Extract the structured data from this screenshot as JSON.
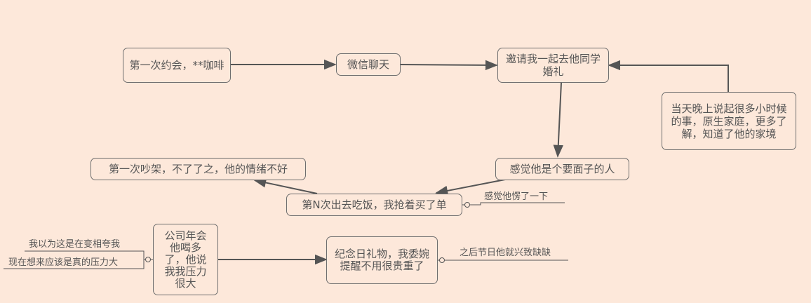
{
  "nodes": {
    "first_date": "第一次约会，**咖啡",
    "wechat": "微信聊天",
    "wedding_invite": "邀请我一起去他同学婚礼",
    "evening_talk": "当天晚上说起很多小时候的事，原生家庭，更多了解，知道了他的家境",
    "face_person": "感觉他是个要面子的人",
    "first_quarrel": "第一次吵架，不了了之，他的情绪不好",
    "nth_dinner": "第N次出去吃饭，我抢着买了单",
    "annual_party": "公司年会他喝多了，他说我我压力很大",
    "anniversary_gift": "纪念日礼物，我委婉提醒不用很贵重了"
  },
  "notes": {
    "awkward": "感觉他愣了一下",
    "thought_praise": "我以为这是在变相夸我",
    "now_pressure": "现在想来应该是真的压力大",
    "after_holidays": "之后节日他就兴致缺缺"
  },
  "colors": {
    "background": "#fde8da",
    "border": "#6e6e6e",
    "line": "#555555",
    "text": "#555555"
  }
}
